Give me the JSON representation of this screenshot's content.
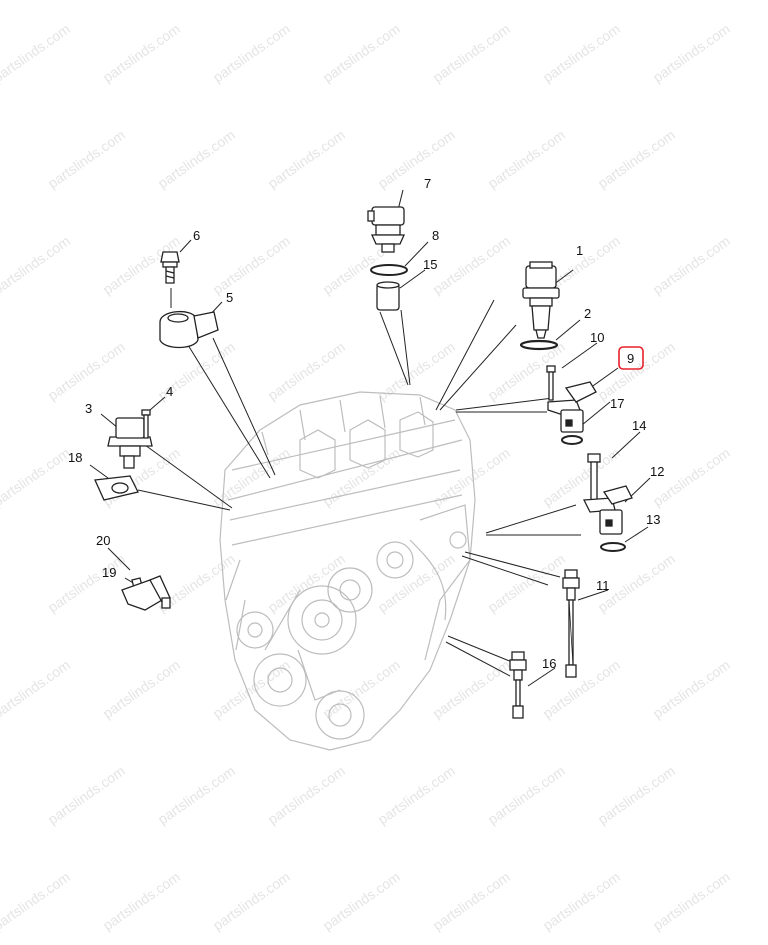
{
  "watermark": "partslinds.com",
  "highlight_color": "#e8202a",
  "highlighted_part": "9",
  "parts": [
    {
      "id": "1"
    },
    {
      "id": "2"
    },
    {
      "id": "3"
    },
    {
      "id": "4"
    },
    {
      "id": "5"
    },
    {
      "id": "6"
    },
    {
      "id": "7"
    },
    {
      "id": "8"
    },
    {
      "id": "9"
    },
    {
      "id": "10"
    },
    {
      "id": "11"
    },
    {
      "id": "12"
    },
    {
      "id": "13"
    },
    {
      "id": "14"
    },
    {
      "id": "15"
    },
    {
      "id": "16"
    },
    {
      "id": "17"
    },
    {
      "id": "18"
    },
    {
      "id": "19"
    },
    {
      "id": "20"
    }
  ]
}
